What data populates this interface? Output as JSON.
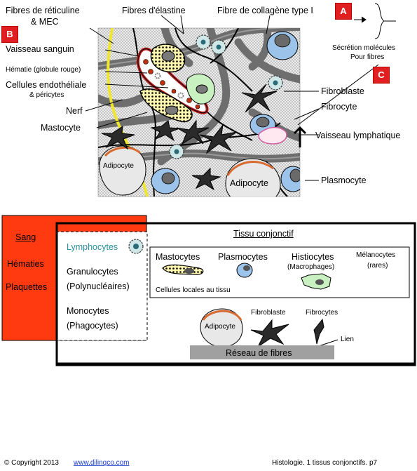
{
  "top": {
    "fibres_reticuline": "Fibres de réticuline",
    "mec": "& MEC",
    "fibres_elastine": "Fibres d'élastine",
    "fibre_collagene": "Fibre de collagène type I",
    "badge_a": "A",
    "badge_b": "B",
    "badge_c": "C",
    "secretion": "Sécrétion molécules",
    "pour_fibres": "Pour fibres"
  },
  "left_labels": {
    "vaisseau_sanguin": "Vaisseau sanguin",
    "hematie": "Hématie (globule rouge)",
    "cellules_endo": "Cellules endothéliale",
    "pericytes": "& péricytes",
    "nerf": "Nerf",
    "mastocyte": "Mastocyte"
  },
  "right_labels": {
    "fibroblaste": "Fibroblaste",
    "fibrocyte": "Fibrocyte",
    "vaisseau_lymph": "Vaisseau lymphatique",
    "plasmocyte": "Plasmocyte"
  },
  "tissue_labels": {
    "adipocyte_small": "Adipocyte",
    "adipocyte_big": "Adipocyte"
  },
  "sang": {
    "title": "Sang",
    "hematies": "Hématies",
    "plaquettes": "Plaquettes",
    "lymphocytes": "Lymphocytes",
    "granulocytes": "Granulocytes",
    "polynucleaires": "(Polynucléaires)",
    "monocytes": "Monocytes",
    "phagocytes": "(Phagocytes)"
  },
  "tissu": {
    "title": "Tissu conjonctif",
    "mastocytes": "Mastocytes",
    "plasmocytes": "Plasmocytes",
    "histiocytes": "Histiocytes",
    "macrophages": "(Macrophages)",
    "melanocytes": "Mélanocytes",
    "rares": "(rares)",
    "cellules_locales": "Cellules locales au tissu",
    "adipocyte": "Adipocyte",
    "fibroblaste": "Fibroblaste",
    "fibrocytes": "Fibrocytes",
    "lien": "Lien",
    "reseau": "Réseau de fibres"
  },
  "footer": {
    "copyright": "© Copyright 2013",
    "site": "www.dilinqco.com",
    "page": "Histologie. 1 tissus conjonctifs. p7"
  },
  "colors": {
    "badge_red": "#e02020",
    "sang_red": "#ff3a10",
    "lymph_text": "#2a8fa0",
    "link_blue": "#1a3ccf",
    "cell_blue": "#9cc4ea",
    "fibre_gray": "#707070"
  }
}
